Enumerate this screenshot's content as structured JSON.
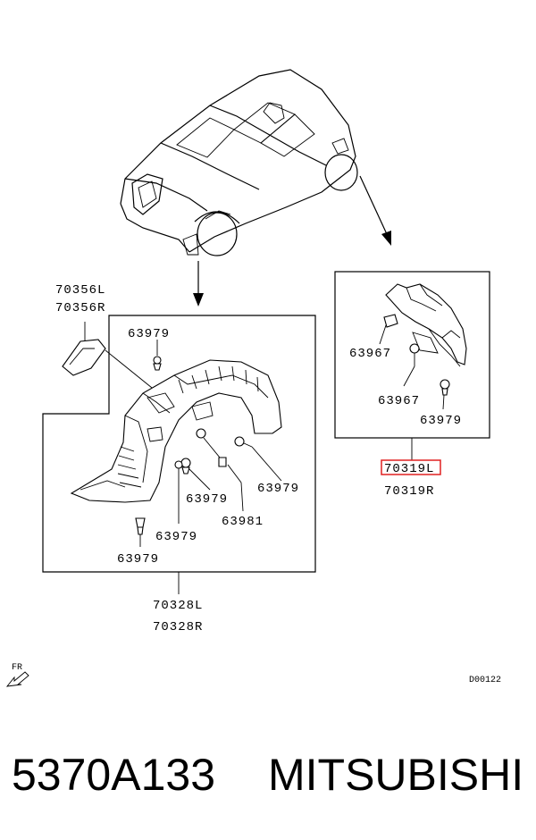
{
  "labels": {
    "p70356L": "70356L",
    "p70356R": "70356R",
    "p63979_a": "63979",
    "p63979_b": "63979",
    "p63979_c": "63979",
    "p63979_d": "63979",
    "p63979_e": "63979",
    "p63981": "63981",
    "p70328L": "70328L",
    "p70328R": "70328R",
    "p63967_a": "63967",
    "p63967_b": "63967",
    "p63979_f": "63979",
    "p70319L": "70319L",
    "p70319R": "70319R",
    "fr": "FR",
    "diagram_code": "D00122"
  },
  "footer": {
    "part_number": "5370A133",
    "brand": "MITSUBISHI"
  },
  "colors": {
    "highlight": "#e02020"
  }
}
